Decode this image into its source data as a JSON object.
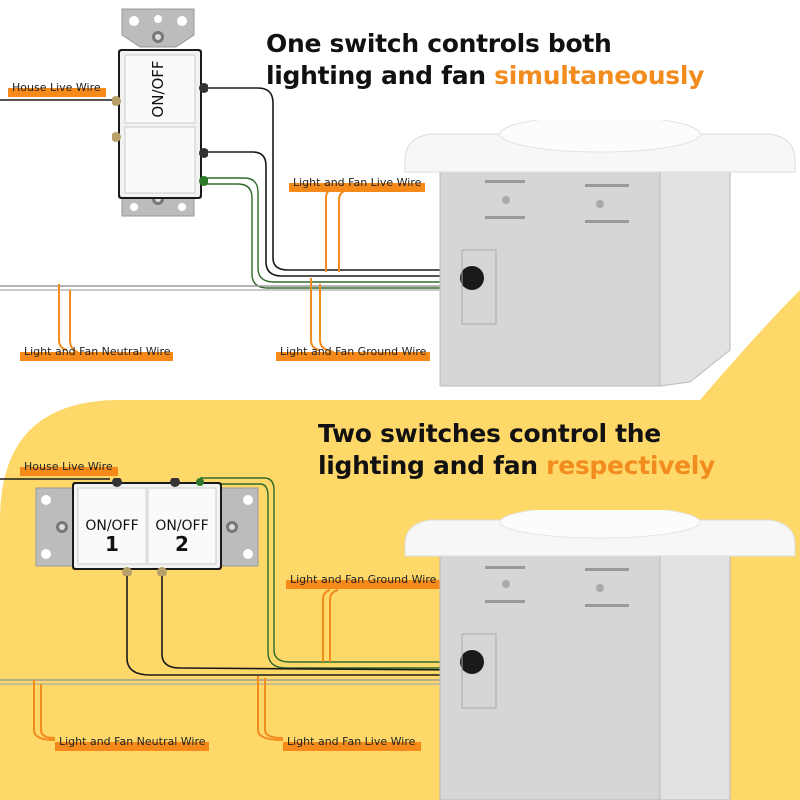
{
  "colors": {
    "accent": "#f28c1e",
    "label_bg": "#f58a1a",
    "bottom_bg": "#ffd86a",
    "wire_black": "#1a1a1a",
    "wire_green": "#2e6b2a",
    "wire_gray": "#9a9a9a"
  },
  "top_panel": {
    "title_line1": "One switch controls both",
    "title_line2_prefix": "lighting and fan ",
    "title_line2_accent": "simultaneously",
    "switch_label": "ON/OFF",
    "labels": {
      "house_live": "House Live Wire",
      "live": "Light and Fan Live Wire",
      "neutral": "Light and Fan Neutral Wire",
      "ground": "Light and Fan Ground Wire"
    }
  },
  "bottom_panel": {
    "title_line1": "Two switches control the",
    "title_line2_prefix": "lighting and fan ",
    "title_line2_accent": "respectively",
    "switches": [
      {
        "label": "ON/OFF",
        "number": "1"
      },
      {
        "label": "ON/OFF",
        "number": "2"
      }
    ],
    "labels": {
      "house_live": "House Live Wire",
      "ground": "Light and Fan Ground Wire",
      "neutral": "Light and Fan Neutral Wire",
      "live": "Light and Fan Live Wire"
    }
  }
}
